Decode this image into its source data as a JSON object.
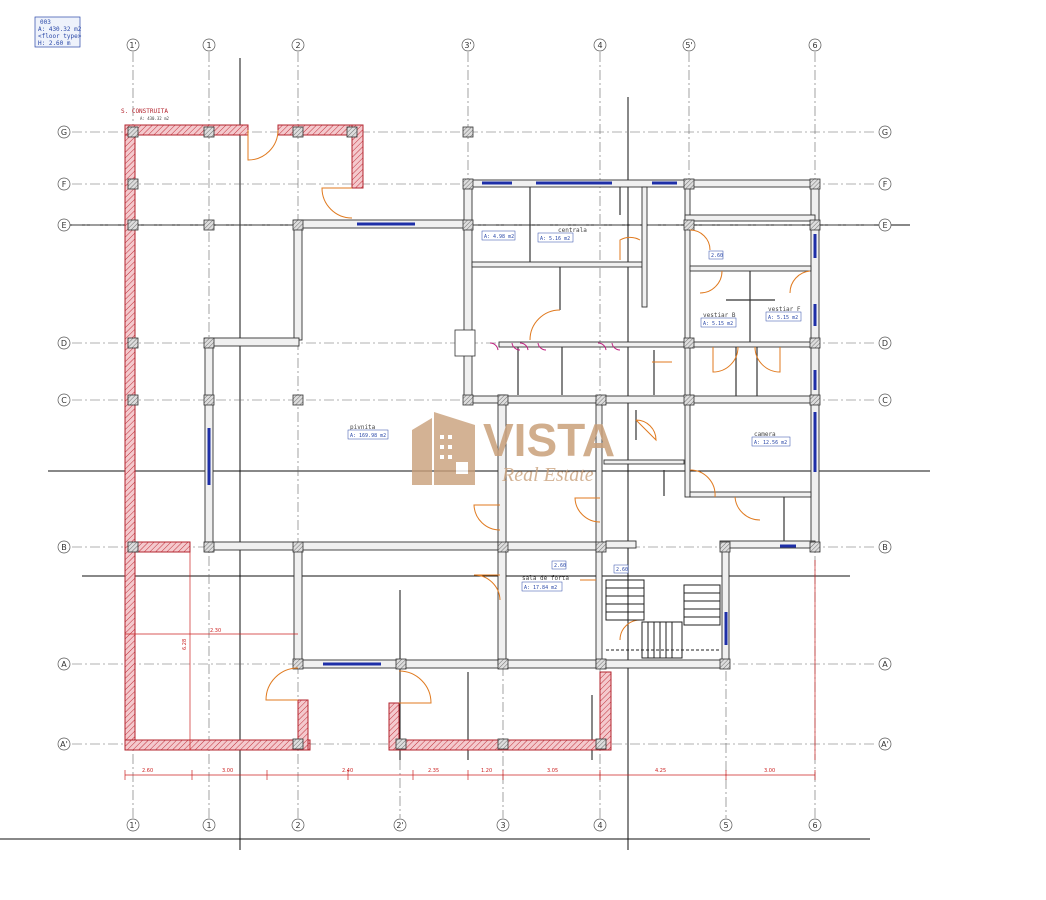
{
  "info_box": {
    "line1": "003",
    "line2": "A: 430.32 m2",
    "line3": "<floor type>",
    "line4": "H: 2.60 m"
  },
  "axes": {
    "columns": [
      "1'",
      "1",
      "2",
      "3'",
      "4",
      "5'",
      "6"
    ],
    "columns_bottom": [
      "1'",
      "1",
      "2",
      "2'",
      "3",
      "4",
      "5",
      "6"
    ],
    "rows": [
      "G",
      "F",
      "E",
      "D",
      "C",
      "B",
      "A",
      "A'"
    ]
  },
  "rooms": {
    "s_construita": {
      "name": "S. CONSTRUITA",
      "area": "A: 430.32 m2"
    },
    "office_small": {
      "area": "A: 4.98 m2"
    },
    "centrala": {
      "name": "centrala",
      "area": "A: 5.16 m2"
    },
    "vestiar_b": {
      "name": "vestiar B",
      "area": "A: 5.15 m2"
    },
    "vestiar_f": {
      "name": "vestiar F",
      "area": "A: 5.15 m2"
    },
    "pivnita": {
      "name": "pivnita",
      "area": "A: 169.98 m2"
    },
    "camera": {
      "name": "camera",
      "area": "A: 12.56 m2"
    },
    "sala_de_forta": {
      "name": "sala de forta",
      "area": "A: 17.84 m2"
    }
  },
  "level_tags": [
    "2.60",
    "2.60",
    "2.60"
  ],
  "dimensions": {
    "bottom": [
      "2.60",
      "3.00",
      "2.40",
      "2.35",
      "1.20",
      "3.05",
      "4.25",
      "3.00"
    ],
    "left_vertical": "6.28",
    "left_horizontal": "2.30"
  },
  "watermark": {
    "brand": "VISTA",
    "tagline": "Real Estate"
  },
  "colors": {
    "wall_red": "#c0303a",
    "wall_fill": "#f2c4c8",
    "grid": "#555555",
    "window": "#1e2fa8",
    "door": "#e07a1f",
    "dimension": "#cc2222",
    "watermark": "#c9a07a"
  }
}
